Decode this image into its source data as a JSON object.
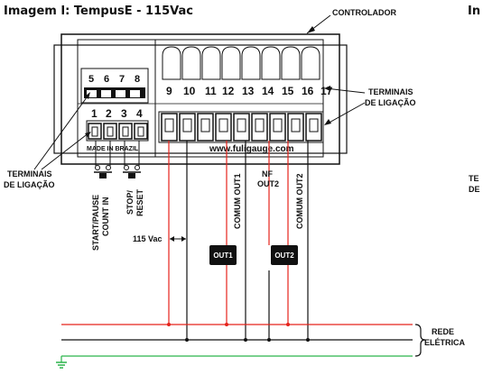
{
  "title": "Imagem I: TempusE - 115Vac",
  "right_title_fragment": "In",
  "labels": {
    "controlador": "CONTROLADOR",
    "terminais_line1": "TERMINAIS",
    "terminais_line2": "DE LIGAÇÃO",
    "right_cut_line1": "TE",
    "right_cut_line2": "DE",
    "made_in": "MADE IN BRAZIL",
    "url": "www.fuligauge.com",
    "start_pause": "START/PAUSE",
    "count_in": "COUNT IN",
    "stop": "STOP/",
    "reset": "RESET",
    "comum_out1": "COMUM OUT1",
    "comum_out2": "COMUM OUT2",
    "nf": "NF",
    "nf_out2": "OUT2",
    "vac": "115 Vac",
    "out1": "OUT1",
    "out2": "OUT2",
    "rede": "REDE",
    "eletrica": "ELÉTRICA"
  },
  "upper_terminal_numbers": [
    "5",
    "6",
    "7",
    "8"
  ],
  "lower_left_numbers": [
    "1",
    "2",
    "3",
    "4"
  ],
  "right_terminal_numbers": [
    "9",
    "10",
    "11",
    "12",
    "13",
    "14",
    "15",
    "16",
    "17"
  ],
  "colors": {
    "live": "#e5231b",
    "wire": "#111111",
    "ground": "#2ab34b",
    "box": "#111111"
  }
}
